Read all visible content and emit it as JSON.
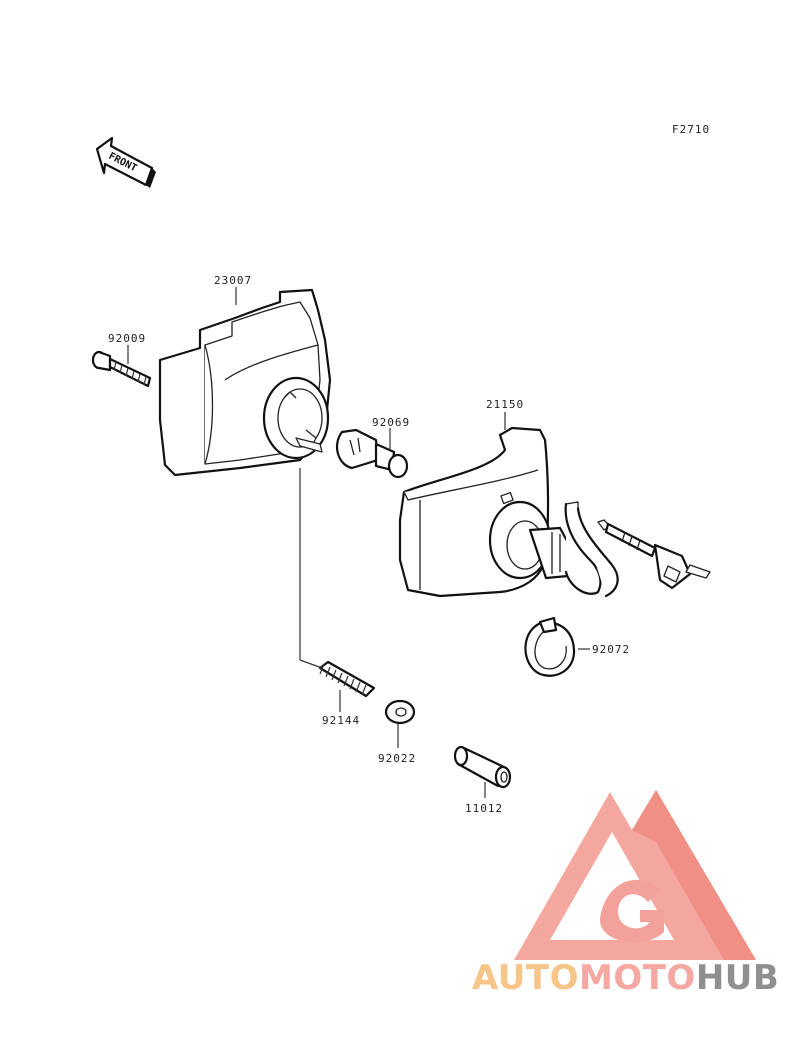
{
  "figure_code": "F2710",
  "front_arrow": {
    "label": "FRONT"
  },
  "parts": {
    "p23007": "23007",
    "p92009": "92009",
    "p92069": "92069",
    "p21150": "21150",
    "p92072": "92072",
    "p92144": "92144",
    "p92022": "92022",
    "p11012": "11012"
  },
  "watermark": {
    "brand_part1": "AUTO",
    "brand_part2": "MOTO",
    "brand_part3": "HUB",
    "colors": {
      "auto": "#f6c58a",
      "moto": "#f5a8a2",
      "hub": "#8f8f8f",
      "triangle": "#f2a29a"
    }
  }
}
